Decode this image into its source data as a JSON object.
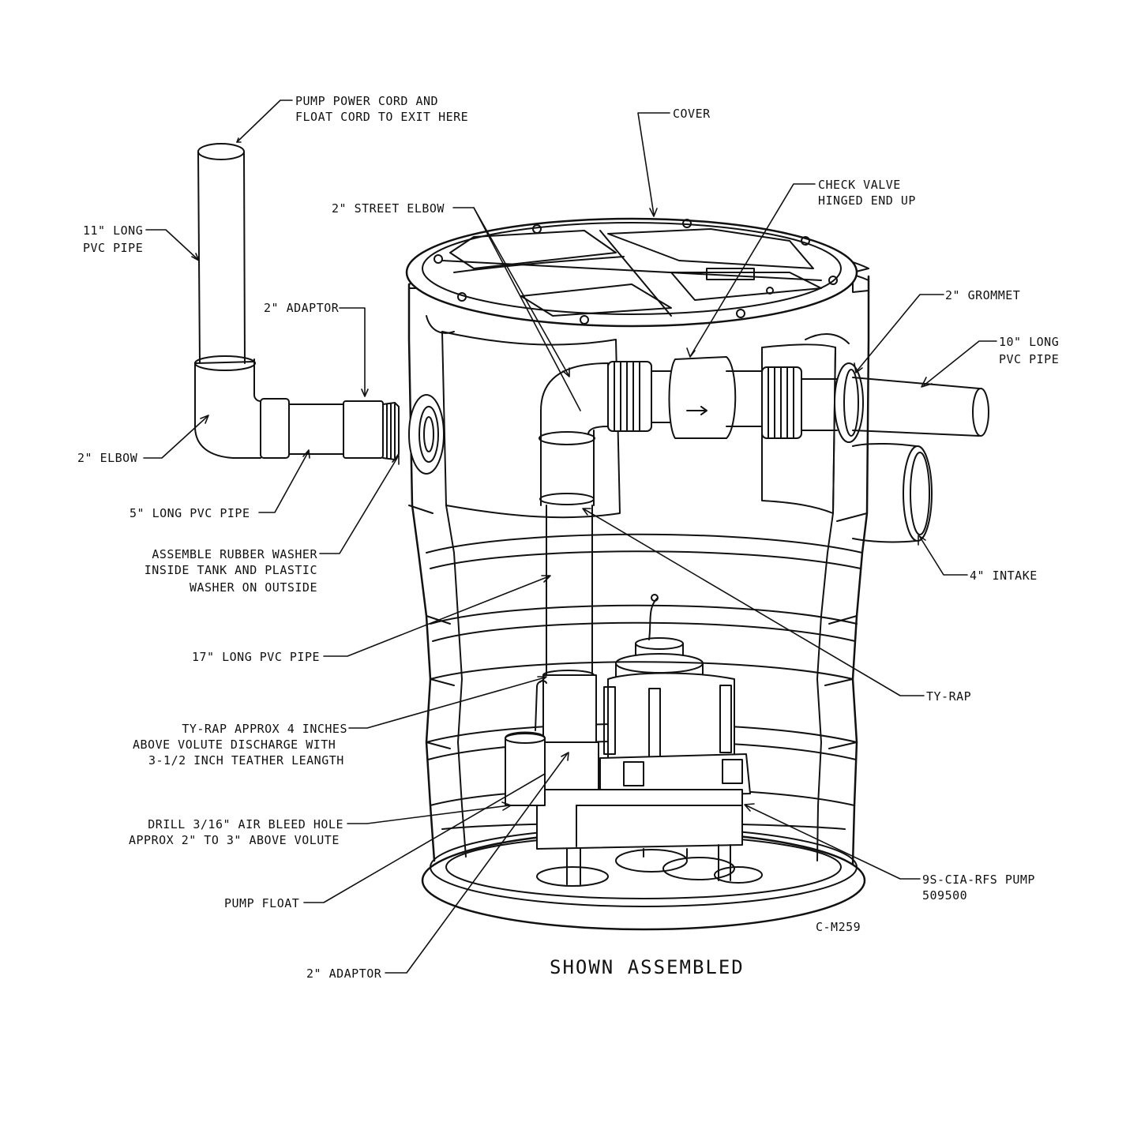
{
  "labels": {
    "cord_exit": [
      "PUMP POWER CORD AND",
      "FLOAT CORD TO EXIT HERE"
    ],
    "cover": "COVER",
    "check_valve": [
      "CHECK VALVE",
      "HINGED END UP"
    ],
    "street_elbow": "2\" STREET ELBOW",
    "pipe_11": [
      "11\" LONG",
      "PVC PIPE"
    ],
    "adaptor_top": "2\" ADAPTOR",
    "grommet": "2\" GROMMET",
    "pipe_10": [
      "10\" LONG",
      "PVC PIPE"
    ],
    "elbow": "2\" ELBOW",
    "pipe_5": "5\" LONG PVC PIPE",
    "washer": [
      "ASSEMBLE RUBBER WASHER",
      "INSIDE TANK AND PLASTIC",
      "WASHER ON OUTSIDE"
    ],
    "intake": "4\" INTAKE",
    "pipe_17": "17\" LONG PVC PIPE",
    "tyrap": "TY-RAP",
    "tyrap_note": [
      "TY-RAP APPROX 4 INCHES",
      "ABOVE VOLUTE DISCHARGE WITH",
      "3-1/2 INCH TEATHER LEANGTH"
    ],
    "drill": [
      "DRILL 3/16\" AIR BLEED HOLE",
      "APPROX 2\" TO 3\" ABOVE VOLUTE"
    ],
    "float": "PUMP FLOAT",
    "pump": [
      "9S-CIA-RFS PUMP",
      "509500"
    ],
    "drawing_no": "C-M259",
    "adaptor_bottom": "2\" ADAPTOR",
    "caption": "SHOWN ASSEMBLED"
  }
}
